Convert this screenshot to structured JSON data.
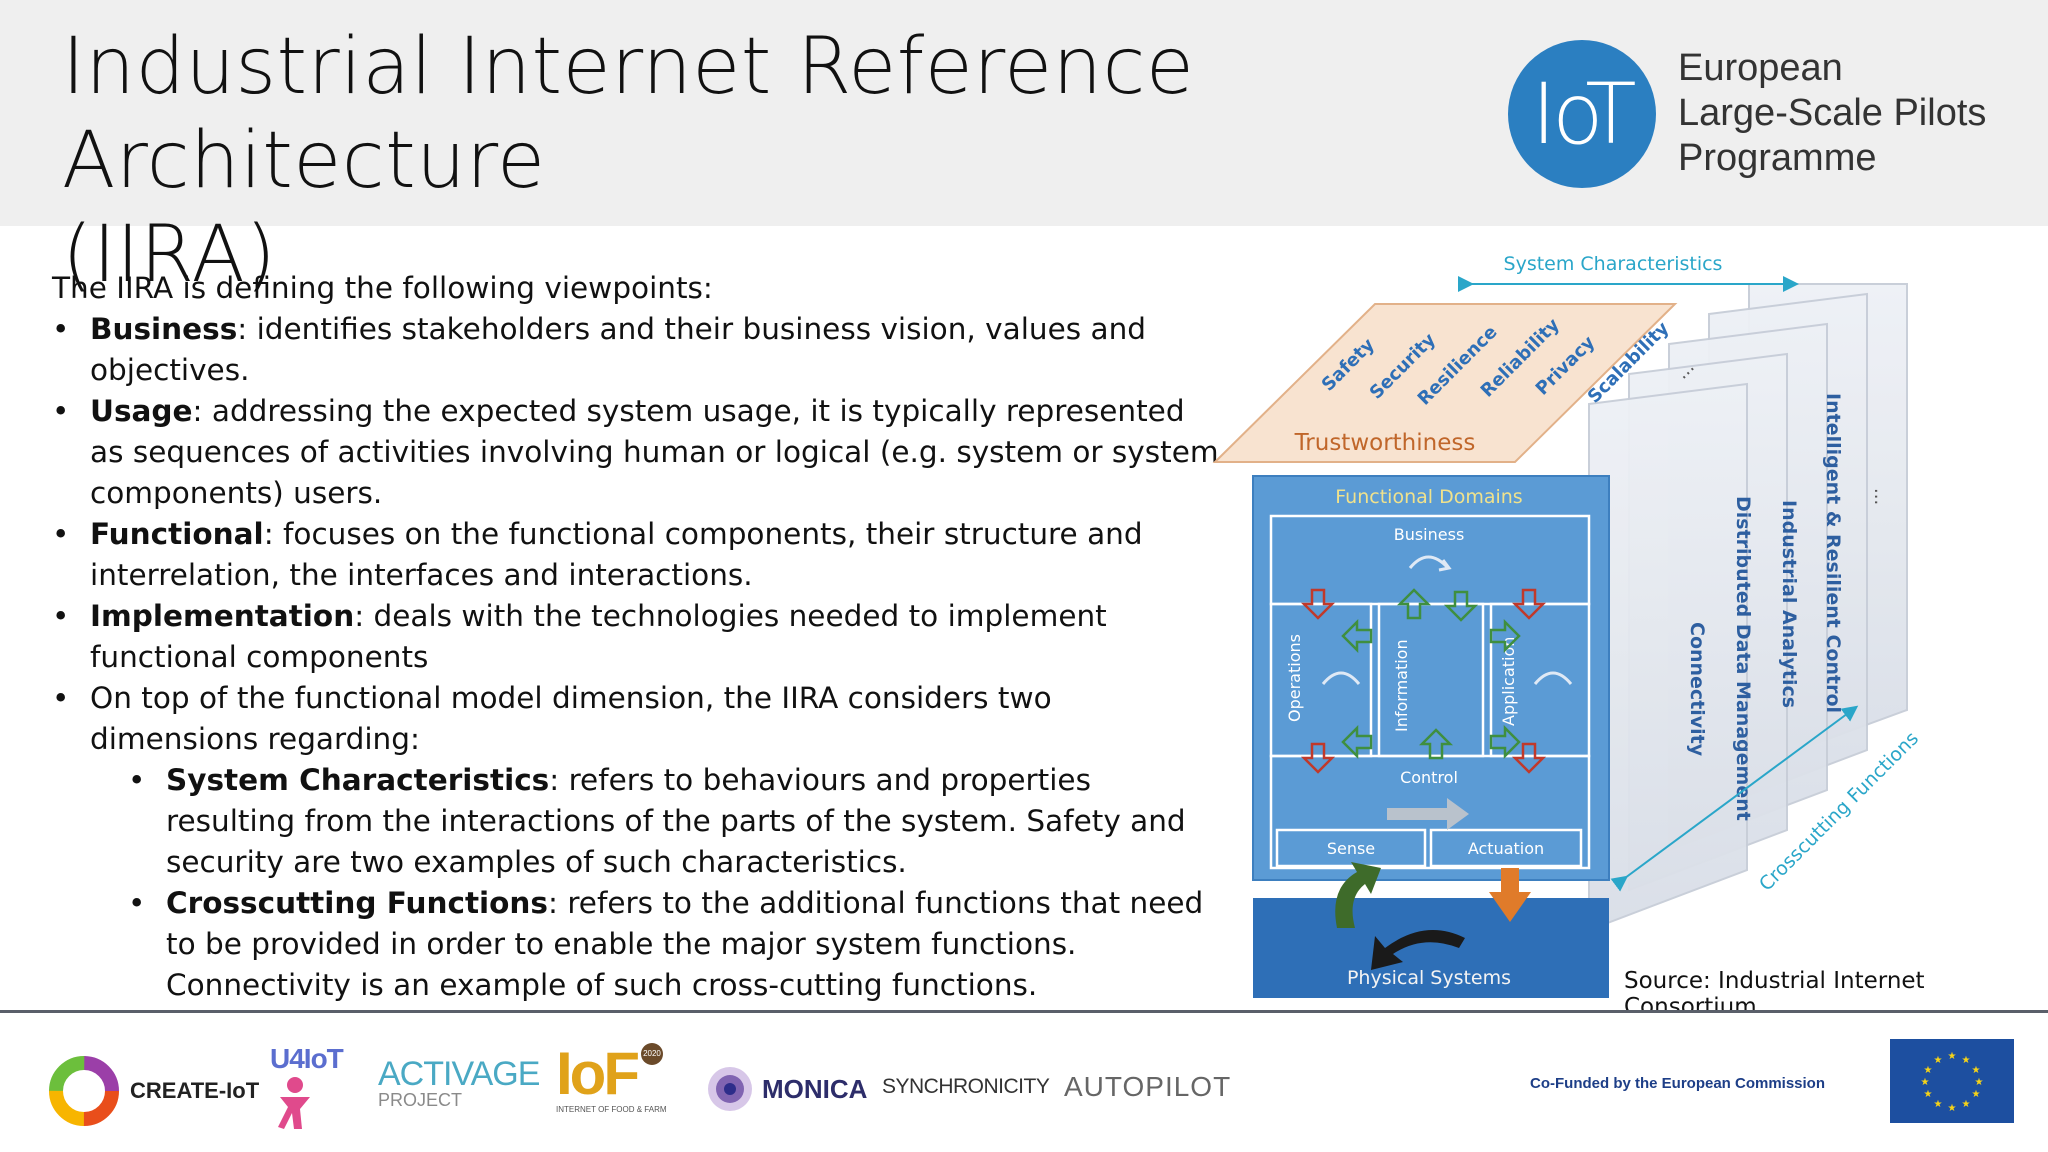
{
  "header": {
    "title_line1": "Industrial Internet Reference Architecture",
    "title_line2": "(IIRA)",
    "iot_badge": "IoT",
    "programme_lines": [
      "European",
      "Large-Scale Pilots",
      "Programme"
    ]
  },
  "body": {
    "intro": "The IIRA is defining the following viewpoints:",
    "bullets": [
      {
        "term": "Business",
        "text": ": identifies stakeholders and their business vision, values and objectives."
      },
      {
        "term": "Usage",
        "text": ": addressing the expected system usage, it is typically represented as sequences of activities involving human or logical (e.g. system or system components) users."
      },
      {
        "term": "Functional",
        "text": ": focuses on the functional components, their structure and interrelation, the interfaces and interactions."
      },
      {
        "term": "Implementation",
        "text": ": deals with the technologies needed to implement functional components"
      },
      {
        "term": "",
        "text": "On top of the functional model dimension, the IIRA considers two dimensions regarding:"
      }
    ],
    "sub_bullets": [
      {
        "term": "System Characteristics",
        "text": ": refers to behaviours and properties resulting from the interactions of the parts of the system. Safety and security are two examples of such characteristics."
      },
      {
        "term": "Crosscutting Functions",
        "text": ": refers to the additional functions that need to be provided in order to enable the major system functions. Connectivity is an example of such cross-cutting functions."
      }
    ]
  },
  "diagram": {
    "system_characteristics": "System Characteristics",
    "characteristics": [
      "Safety",
      "Security",
      "Resilience",
      "Reliability",
      "Privacy",
      "Scalability"
    ],
    "ellipsis": "...",
    "trustworthiness": "Trustworthiness",
    "functional_domains": "Functional Domains",
    "business": "Business",
    "operations": "Operations",
    "information": "Information",
    "application": "Application",
    "control": "Control",
    "sense": "Sense",
    "actuation": "Actuation",
    "physical_systems": "Physical Systems",
    "crosscutting": [
      "Connectivity",
      "Distributed Data Management",
      "Industrial Analytics",
      "Intelligent & Resilient Control"
    ],
    "crosscutting_functions": "Crosscutting Functions",
    "colors": {
      "blue": "#5b9bd5",
      "dark_blue": "#2e6fb7",
      "cyan_label": "#2aa6c9",
      "orange": "#e07b2a",
      "green": "#4a7a2a",
      "red_arrow": "#c0392b"
    }
  },
  "source": "Source: Industrial Internet Consortium",
  "footer": {
    "logos": {
      "create_iot": "CREATE-IoT",
      "u4iot": "U4IoT",
      "activage_top": "ACTIVAGE",
      "activage_bottom": "PROJECT",
      "iof_main": "IoF",
      "iof_sub": "INTERNET OF FOOD & FARM",
      "iof_year": "2020",
      "monica": "MONICA",
      "synchronicity": "SYNCHRONICITY",
      "autopilot": "AUTOPILOT"
    },
    "cofunded": "Co-Funded by the European Commission"
  }
}
